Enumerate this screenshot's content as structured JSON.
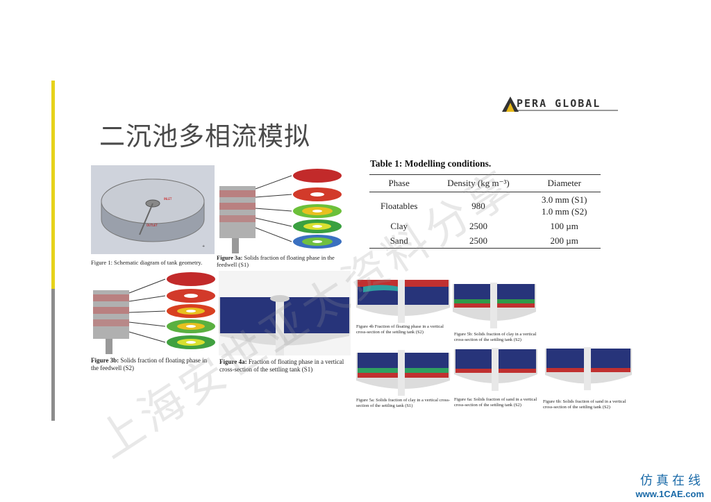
{
  "slide": {
    "title": "二沉池多相流模拟",
    "accent_colors": {
      "top": "#e6d21a",
      "bottom": "#8c8c8c"
    }
  },
  "logo": {
    "text": "PERA GLOBAL",
    "mark_color": "#333333",
    "accent_color": "#e6b81a"
  },
  "table": {
    "title": "Table 1: Modelling conditions.",
    "headers": [
      "Phase",
      "Density (kg m⁻³)",
      "Diameter"
    ],
    "rows": [
      {
        "phase": "Floatables",
        "density": "980",
        "diameter": "3.0 mm (S1)",
        "diameter2": "1.0 mm (S2)"
      },
      {
        "phase": "Clay",
        "density": "2500",
        "diameter": "100 µm",
        "diameter2": ""
      },
      {
        "phase": "Sand",
        "density": "2500",
        "diameter": "200 µm",
        "diameter2": ""
      }
    ]
  },
  "figures": {
    "fig1": "Figure 1: Schematic diagram of tank geometry.",
    "fig3a_label": "Figure 3a:",
    "fig3a_text": "Solids fraction of floating phase in the feedwell (S1)",
    "fig3b_label": "Figure 3b:",
    "fig3b_text": "Solids fraction of floating phase in the feedwell (S2)",
    "fig4a_label": "Figure 4a:",
    "fig4a_text": "Fraction of floating phase in a vertical cross-section of the settling tank (S1)",
    "fig4b": "Figure 4b Fraction of floating phase in a vertical cross-section of the settling tank (S2)",
    "fig5b": "Figure 5b: Solids fraction of clay in a vertical cross-section of the settling tank (S2)",
    "fig5a": "Figure 5a: Solids fraction of clay in a vertical cross-section of the settling tank (S1)",
    "fig6a": "Figure 6a: Solids fraction of sand in a vertical cross-section of the settling tank (S2)",
    "fig6b": "Figure 6b: Solids fraction of sand in a vertical cross-section of the settling tank (S2)"
  },
  "watermark": {
    "text": "上海安世亚太资料分享"
  },
  "site": {
    "cn": "仿真在线",
    "url": "www.1CAE.com"
  }
}
